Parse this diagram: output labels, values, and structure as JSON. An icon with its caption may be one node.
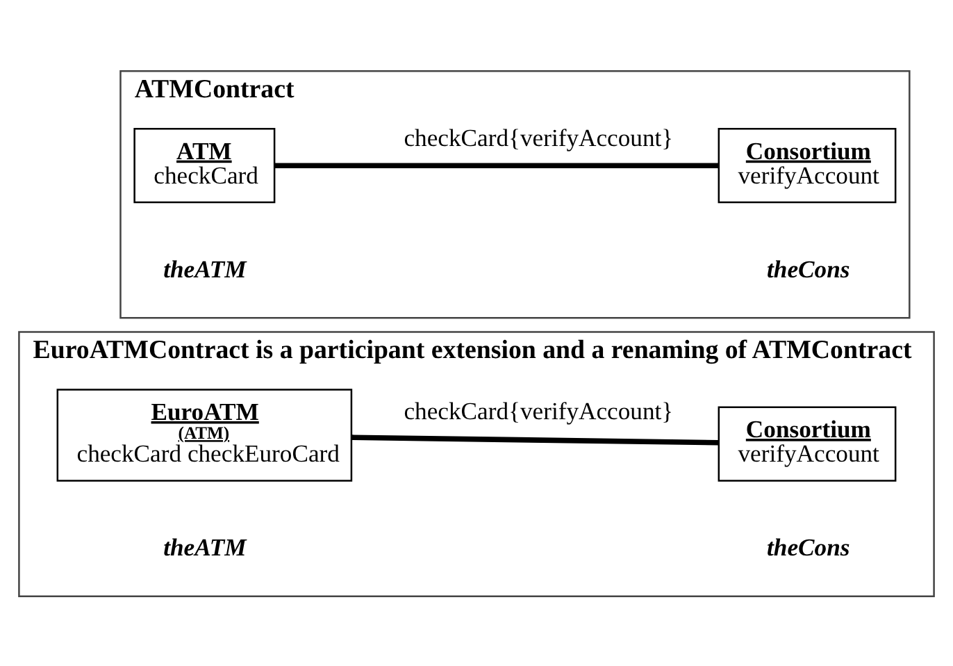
{
  "diagram": {
    "nodes": [
      {
        "text": [
          "ATMContract"
        ]
      },
      {
        "text": [
          "ATM",
          "checkCard"
        ],
        "in": 0
      },
      {
        "text": [
          "Consortium",
          "verifyAccount"
        ],
        "in": 0
      },
      {
        "text": [
          "EuroATMContract is a participant extension and a renaming of ATMContract"
        ]
      },
      {
        "text": [
          "EuroATM",
          "(ATM)",
          "checkCard checkEuroCard"
        ],
        "in": 3
      },
      {
        "text": [
          "Consortium",
          "verifyAccount"
        ],
        "in": 3
      }
    ],
    "edges": [
      {
        "from": 1,
        "to": 2,
        "arrow": "none",
        "label": "checkCard{verifyAccount}"
      },
      {
        "from": 4,
        "to": 5,
        "arrow": "none",
        "label": "checkCard{verifyAccount}"
      }
    ],
    "labels": [
      "theATM",
      "theCons",
      "theATM",
      "theCons"
    ]
  }
}
